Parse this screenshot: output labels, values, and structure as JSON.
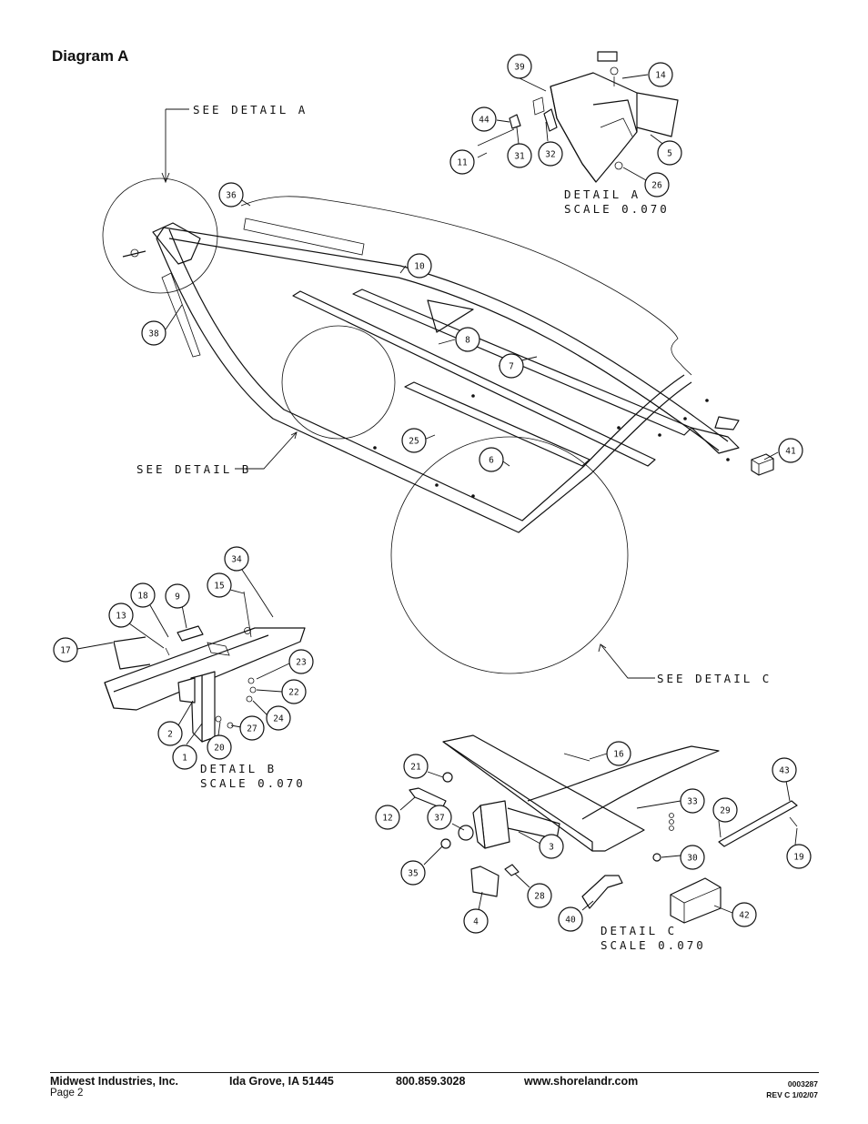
{
  "header": {
    "title": "Diagram A"
  },
  "callouts": {
    "see_detail_a": "SEE DETAIL  A",
    "see_detail_b": "SEE DETAIL  B",
    "see_detail_c": "SEE DETAIL  C"
  },
  "details": {
    "a": {
      "label": "DETAIL  A",
      "scale": "SCALE  0.070"
    },
    "b": {
      "label": "DETAIL  B",
      "scale": "SCALE  0.070"
    },
    "c": {
      "label": "DETAIL  C",
      "scale": "SCALE  0.070"
    }
  },
  "part_numbers": [
    "39",
    "14",
    "44",
    "11",
    "31",
    "32",
    "5",
    "26",
    "36",
    "10",
    "38",
    "8",
    "7",
    "41",
    "25",
    "6",
    "34",
    "15",
    "18",
    "9",
    "13",
    "17",
    "23",
    "22",
    "24",
    "2",
    "27",
    "1",
    "20",
    "16",
    "21",
    "12",
    "37",
    "33",
    "3",
    "43",
    "29",
    "19",
    "35",
    "28",
    "30",
    "4",
    "40",
    "42"
  ],
  "footer": {
    "company": "Midwest Industries, Inc.",
    "page": "Page 2",
    "city": "Ida Grove, IA  51445",
    "phone": "800.859.3028",
    "website": "www.shorelandr.com",
    "doc_number": "0003287",
    "revision": "REV  C  1/02/07"
  }
}
